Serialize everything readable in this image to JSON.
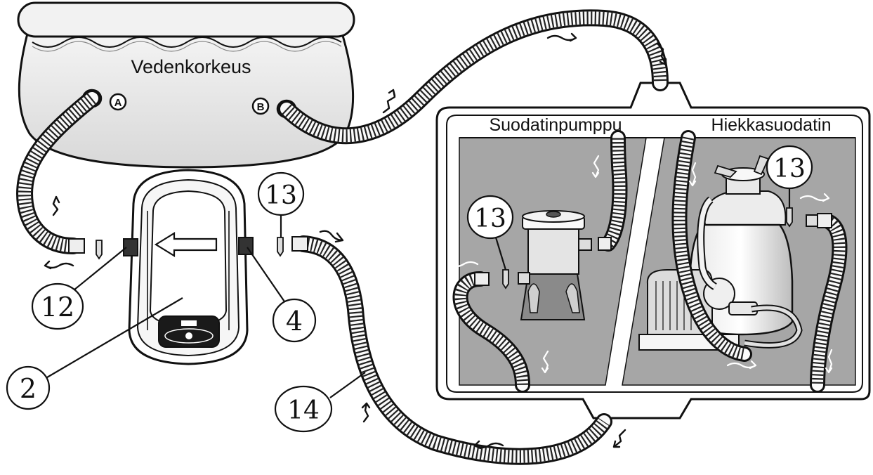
{
  "pool": {
    "water_level_label": "Vedenkorkeus",
    "inlet_a_label": "A",
    "inlet_b_label": "B"
  },
  "panels": {
    "filter_pump_label": "Suodatinpumppu",
    "sand_filter_label": "Hiekkasuodatin"
  },
  "callouts": {
    "c2": "2",
    "c4": "4",
    "c12": "12",
    "c13_left": "13",
    "c13_panel_pump": "13",
    "c13_panel_sand": "13",
    "c14": "14"
  },
  "colors": {
    "ink": "#111111",
    "panel_fill": "#a6a6a6",
    "pool_fill": "#ececec",
    "background": "#ffffff"
  },
  "icons": [
    "flow-arrow-icon",
    "hose-connector-icon",
    "plug-icon"
  ]
}
